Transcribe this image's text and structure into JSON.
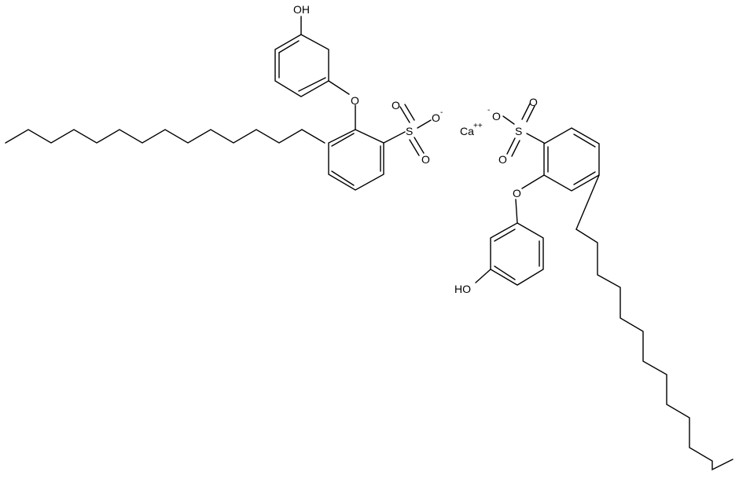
{
  "labels": {
    "oh": "OH",
    "ho": "HO",
    "o": "O",
    "s": "S",
    "ca": "Ca",
    "charge_minus": "-",
    "charge_2plus": "++"
  }
}
